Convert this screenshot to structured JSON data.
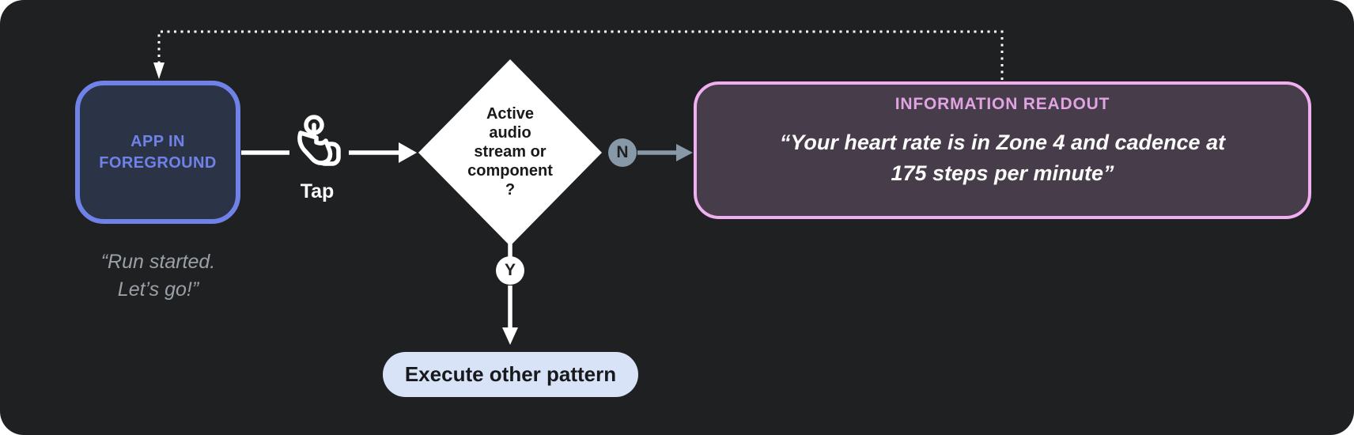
{
  "diagram": {
    "app_node": {
      "label": "APP IN FOREGROUND",
      "caption_line1": "“Run started.",
      "caption_line2": "Let’s go!”"
    },
    "tap": {
      "label": "Tap"
    },
    "decision": {
      "lines": [
        "Active",
        "audio",
        "stream or",
        "component",
        "?"
      ]
    },
    "branch_no": {
      "label": "N"
    },
    "branch_yes": {
      "label": "Y"
    },
    "readout": {
      "title": "INFORMATION READOUT",
      "quote_line1": "“Your heart rate is in Zone 4 and cadence at",
      "quote_line2": "175 steps per minute”"
    },
    "action": {
      "label": "Execute other pattern"
    },
    "colors": {
      "panel_bg": "#1f2022",
      "app_border": "#7082e8",
      "app_fill": "#2b3447",
      "caption_gray": "#9aa0a6",
      "readout_border": "#f0aff0",
      "readout_fill": "#473c49",
      "readout_title_pink": "#e0a4e3",
      "branch_slate": "#8798a7",
      "pill_fill": "#d8e3f8",
      "white": "#ffffff"
    }
  }
}
